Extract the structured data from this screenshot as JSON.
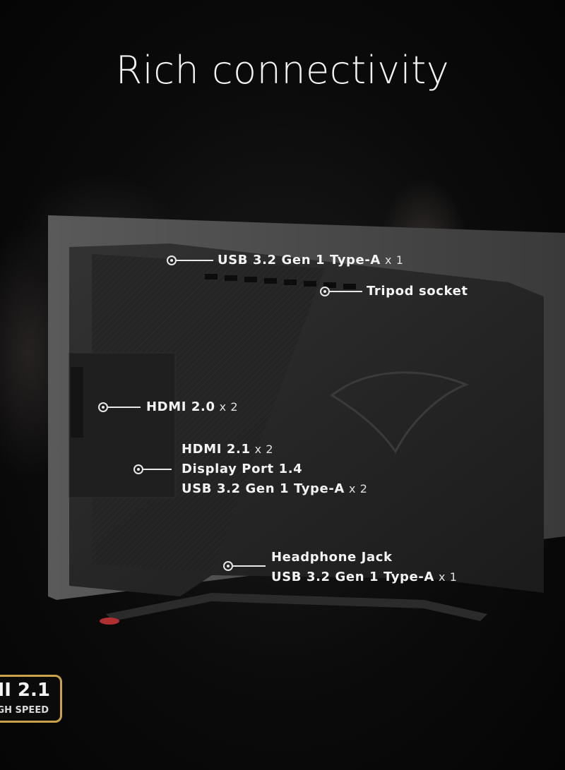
{
  "title": "Rich connectivity",
  "callouts": [
    {
      "lines": [
        {
          "text": "USB 3.2 Gen 1 Type-A",
          "qty": "x 1"
        }
      ]
    },
    {
      "lines": [
        {
          "text": "Tripod socket",
          "qty": ""
        }
      ]
    },
    {
      "lines": [
        {
          "text": "HDMI 2.0",
          "qty": "x 2"
        }
      ]
    },
    {
      "lines": [
        {
          "text": "HDMI 2.1",
          "qty": "x 2"
        },
        {
          "text": "Display Port 1.4",
          "qty": ""
        },
        {
          "text": "USB 3.2 Gen 1 Type-A",
          "qty": "x 2"
        }
      ]
    },
    {
      "lines": [
        {
          "text": "Headphone Jack",
          "qty": ""
        },
        {
          "text": "USB 3.2 Gen 1 Type-A",
          "qty": "x 1"
        }
      ]
    }
  ],
  "badge": {
    "line1": "MI 2.1",
    "line2": "GH SPEED",
    "border_color": "#c9a24a"
  },
  "colors": {
    "background": "#0b0b0b",
    "text": "#f4f4f4",
    "monitor_body": "#2a2a2a"
  }
}
